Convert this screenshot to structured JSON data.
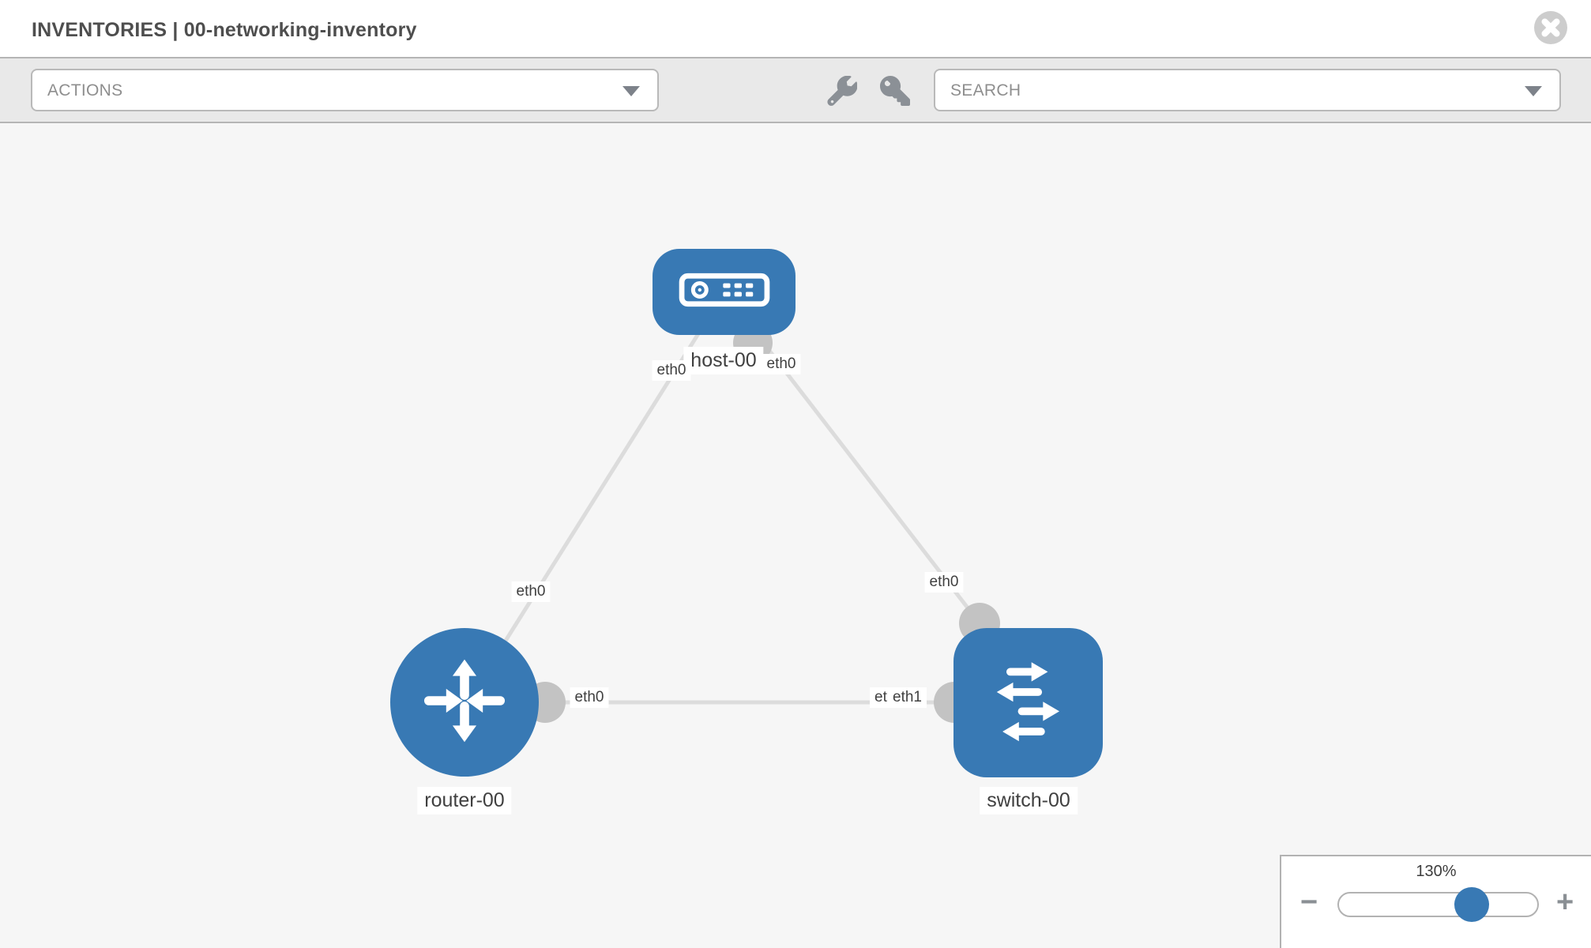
{
  "header": {
    "title": "INVENTORIES | 00-networking-inventory"
  },
  "toolbar": {
    "actions_label": "ACTIONS",
    "search_label": "SEARCH"
  },
  "topology": {
    "nodes": [
      {
        "id": "host-00",
        "type": "host",
        "label": "host-00",
        "icon": "host-icon"
      },
      {
        "id": "router-00",
        "type": "router",
        "label": "router-00",
        "icon": "router-icon"
      },
      {
        "id": "switch-00",
        "type": "switch",
        "label": "switch-00",
        "icon": "switch-icon"
      }
    ],
    "links": [
      {
        "from": "host-00",
        "from_iface": "eth0",
        "to": "router-00",
        "to_iface": "eth0"
      },
      {
        "from": "host-00",
        "from_iface": "eth0",
        "to": "switch-00",
        "to_iface": "eth0"
      },
      {
        "from": "router-00",
        "from_iface": "eth0",
        "to": "switch-00",
        "to_iface": "eth1"
      }
    ],
    "overlap_back_iface": "eth0"
  },
  "zoom_control": {
    "level": "130%",
    "minus_label": "−",
    "plus_label": "+"
  },
  "colors": {
    "node_blue": "#3879b4",
    "link_gray": "#dcdcdc",
    "connector_gray": "#c3c3c3",
    "canvas_bg": "#f6f6f6"
  }
}
